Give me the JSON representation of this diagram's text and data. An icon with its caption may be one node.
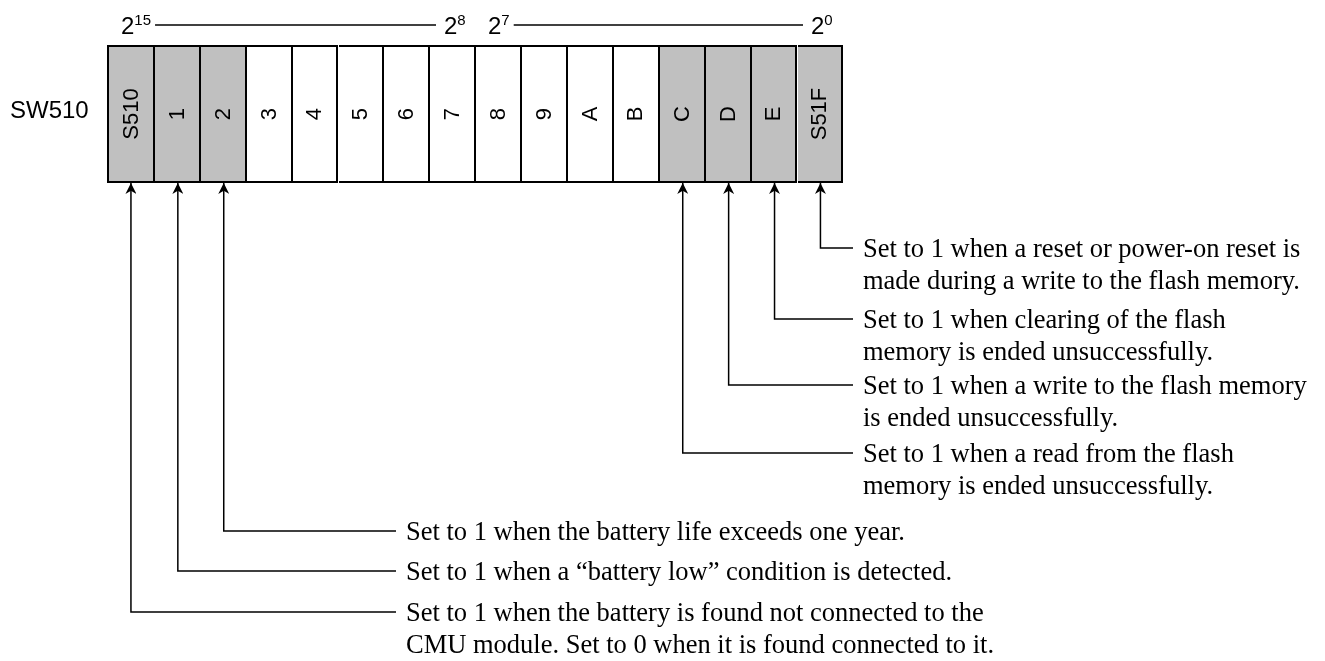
{
  "diagram": {
    "nodes": [
      {
        "text": [
          "S510"
        ]
      },
      {
        "text": [
          "1"
        ]
      },
      {
        "text": [
          "2"
        ]
      },
      {
        "text": [
          "3"
        ]
      },
      {
        "text": [
          "4"
        ]
      },
      {
        "text": [
          "5"
        ]
      },
      {
        "text": [
          "6"
        ]
      },
      {
        "text": [
          "7"
        ]
      },
      {
        "text": [
          "8"
        ]
      },
      {
        "text": [
          "9"
        ]
      },
      {
        "text": [
          "A"
        ]
      },
      {
        "text": [
          "B"
        ]
      },
      {
        "text": [
          "C"
        ]
      },
      {
        "text": [
          "D"
        ]
      },
      {
        "text": [
          "E"
        ]
      },
      {
        "text": [
          "S51F"
        ]
      },
      {
        "text": [
          "Set to 1 when a reset or power-on reset is made during a write to the flash memory."
        ]
      },
      {
        "text": [
          "Set to 1 when clearing of the flash memory is ended unsuccessfully."
        ]
      },
      {
        "text": [
          "Set to 1 when a write to the flash memory is ended unsuccessfully."
        ]
      },
      {
        "text": [
          "Set to 1 when a read from the flash memory is ended unsuccessfully."
        ]
      },
      {
        "text": [
          "Set to 1 when the battery life exceeds one year."
        ]
      },
      {
        "text": [
          "Set to 1 when a “battery low” condition is detected."
        ]
      },
      {
        "text": [
          "Set to 1 when the battery is found not connected to the CMU module. Set to 0 when it is found connected to it."
        ]
      }
    ],
    "edges": [
      {
        "from": 16,
        "to": 15,
        "arrow": "to"
      },
      {
        "from": 17,
        "to": 14,
        "arrow": "to"
      },
      {
        "from": 18,
        "to": 13,
        "arrow": "to"
      },
      {
        "from": 19,
        "to": 12,
        "arrow": "to"
      },
      {
        "from": 20,
        "to": 2,
        "arrow": "to"
      },
      {
        "from": 21,
        "to": 1,
        "arrow": "to"
      },
      {
        "from": 22,
        "to": 0,
        "arrow": "to"
      }
    ],
    "labels": [
      "SW510",
      "2$^{15}$",
      "2$^{8}$",
      "2$^{7}$",
      "2$^{0}$"
    ]
  }
}
